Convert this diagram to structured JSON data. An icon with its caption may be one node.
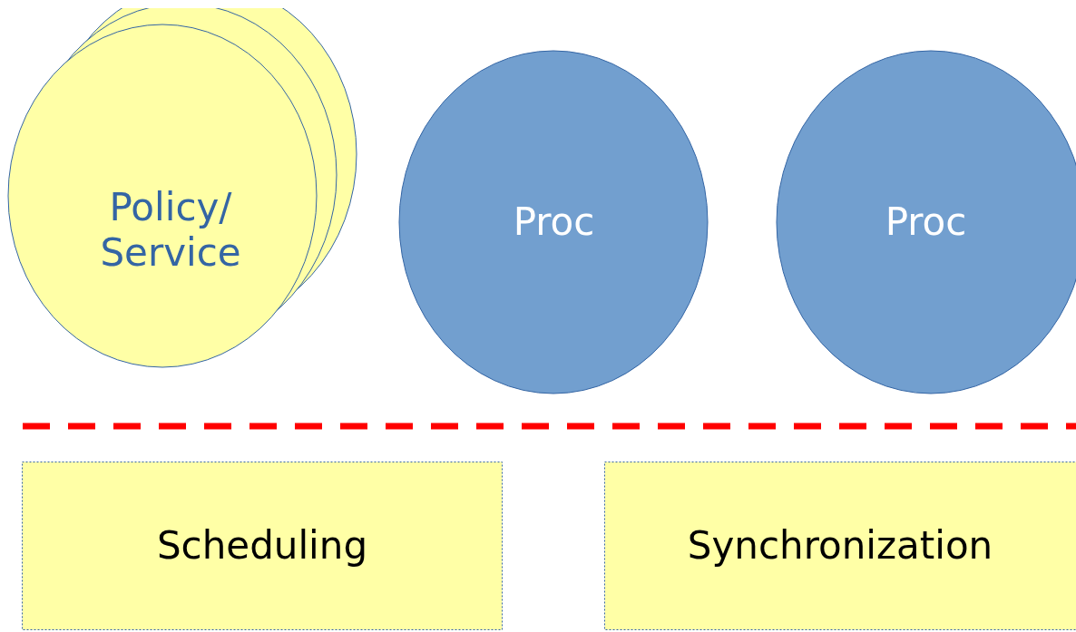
{
  "diagram": {
    "nodes": [
      {
        "text": [
          "Policy/ Service"
        ]
      },
      {
        "text": [
          "Proc"
        ]
      },
      {
        "text": [
          "Proc"
        ]
      },
      {
        "text": [
          "Scheduling"
        ]
      },
      {
        "text": [
          "Synchronization"
        ]
      }
    ]
  }
}
